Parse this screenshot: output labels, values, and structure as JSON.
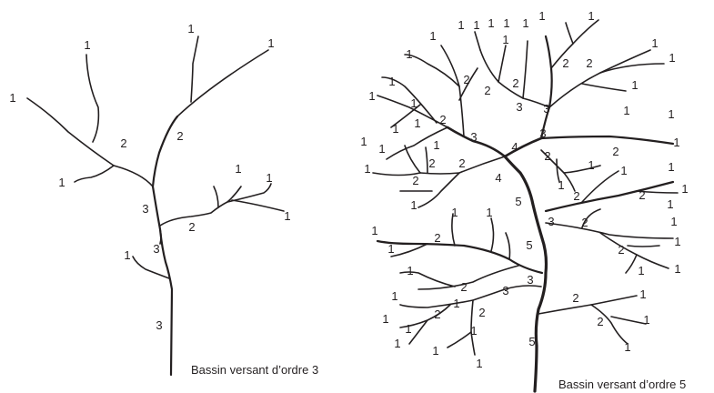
{
  "basins": [
    {
      "caption": "Bassin versant d’ordre 3"
    },
    {
      "caption": "Bassin versant d’ordre 5"
    }
  ],
  "label_values": [
    "1",
    "2",
    "3",
    "4",
    "5"
  ]
}
